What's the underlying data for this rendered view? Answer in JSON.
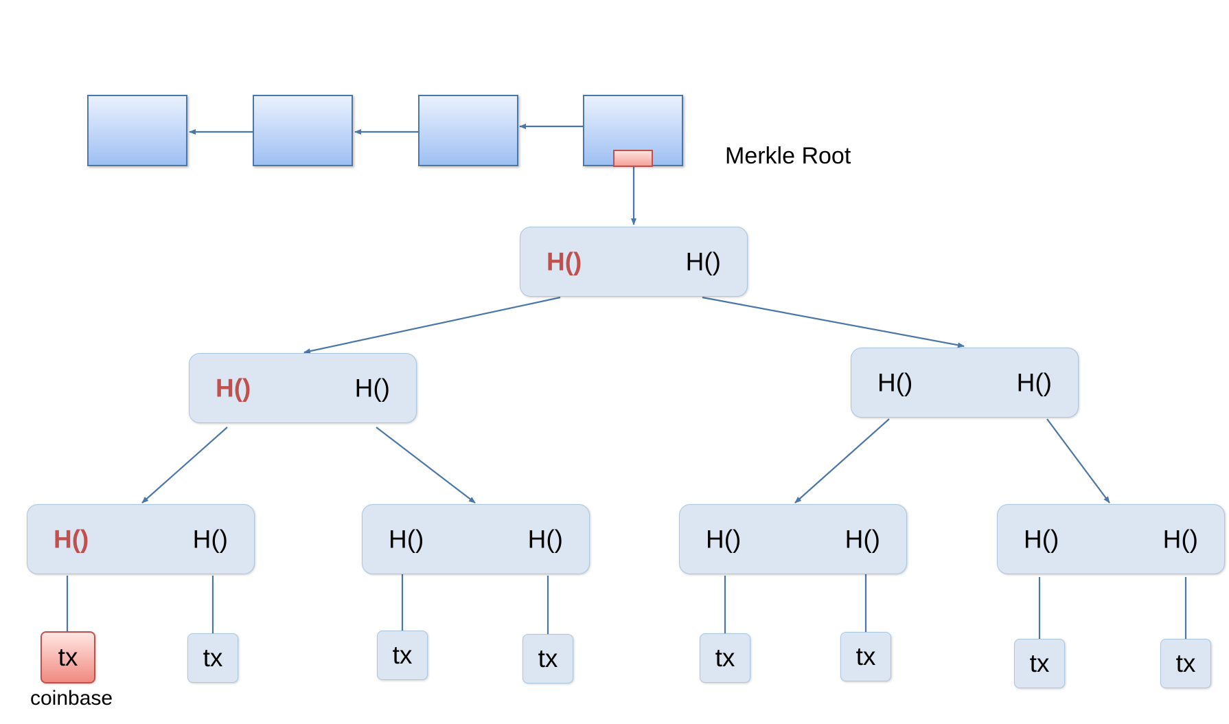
{
  "labels": {
    "merkle_root": "Merkle Root",
    "coinbase": "coinbase"
  },
  "root_node": {
    "left": "H()",
    "right": "H()"
  },
  "level2": [
    {
      "left": "H()",
      "right": "H()"
    },
    {
      "left": "H()",
      "right": "H()"
    }
  ],
  "level3": [
    {
      "left": "H()",
      "right": "H()"
    },
    {
      "left": "H()",
      "right": "H()"
    },
    {
      "left": "H()",
      "right": "H()"
    },
    {
      "left": "H()",
      "right": "H()"
    }
  ],
  "leaves": [
    "tx",
    "tx",
    "tx",
    "tx",
    "tx",
    "tx",
    "tx",
    "tx"
  ],
  "colors": {
    "highlight": "#c0504d",
    "line": "#4a76a8",
    "node_fill": "#dce6f2",
    "block_fill": "#9fc0f3"
  }
}
